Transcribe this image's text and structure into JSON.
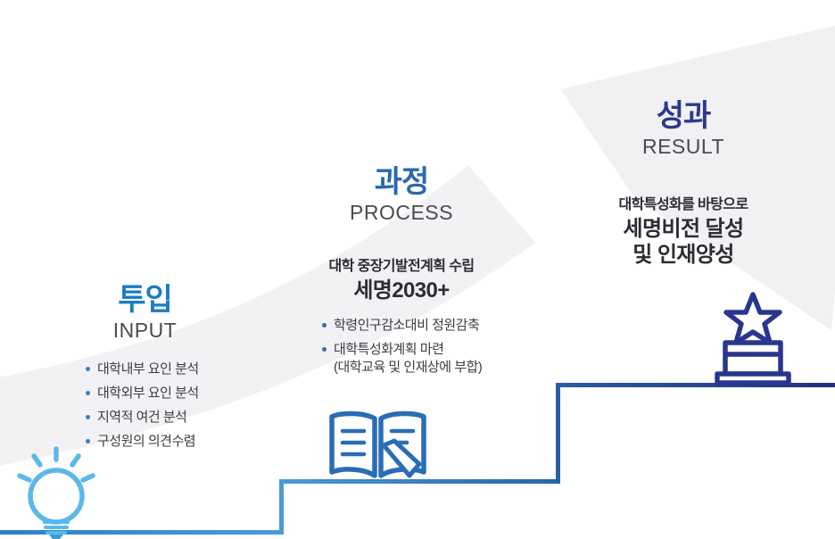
{
  "infographic": {
    "sections": {
      "input": {
        "title_ko": "투입",
        "title_en": "INPUT",
        "bullets": [
          "대학내부 요인 분석",
          "대학외부 요인 분석",
          "지역적 여건 분석",
          "구성원의 의견수렴"
        ],
        "icon": "lightbulb-icon"
      },
      "process": {
        "title_ko": "과정",
        "title_en": "PROCESS",
        "heading_small": "대학 중장기발전계획 수립",
        "heading_large": "세명2030+",
        "bullets": [
          {
            "text": "학령인구감소대비 정원감축",
            "sub": ""
          },
          {
            "text": "대학특성화계획 마련",
            "sub": "(대학교육 및 인재상에 부합)"
          }
        ],
        "icon": "open-book-pencil-icon"
      },
      "result": {
        "title_ko": "성과",
        "title_en": "RESULT",
        "heading_small": "대학특성화를 바탕으로",
        "heading_large_line1": "세명비전 달성",
        "heading_large_line2": "및 인재양성",
        "icon": "trophy-star-icon"
      }
    },
    "colors": {
      "input_accent": "#1a7dc4",
      "process_accent": "#2b69ab",
      "result_accent": "#2b3a8d",
      "english_label": "#4b4b50",
      "body_text": "#3c3c42",
      "heading_text": "#2c2c33",
      "lightbulb_icon": "#5cb8ea",
      "book_icon": "#2a6db5",
      "trophy_icon": "#28368f",
      "step_line_light": "#4a9bd5",
      "step_line_dark": "#25307c",
      "background_arrow": "#f1f1f4"
    }
  }
}
